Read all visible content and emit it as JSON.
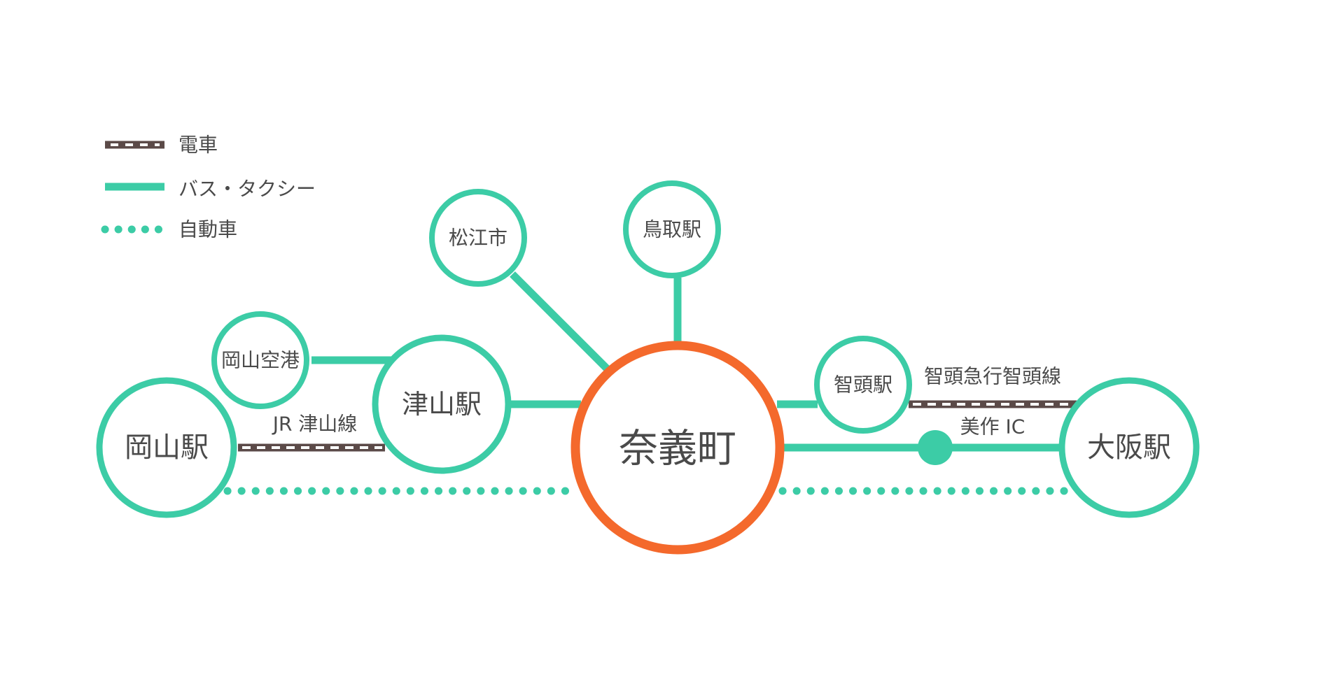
{
  "colors": {
    "bus": "#3ccca6",
    "train": "#5b4a48",
    "hub": "#f4692c",
    "text": "#4a4a4a"
  },
  "legend": {
    "train": "電車",
    "bus": "バス・タクシー",
    "car": "自動車"
  },
  "nodes": {
    "hub": "奈義町",
    "okayama_station": "岡山駅",
    "okayama_airport": "岡山空港",
    "tsuyama_station": "津山駅",
    "matsue_city": "松江市",
    "tottori_station": "鳥取駅",
    "chizu_station": "智頭駅",
    "osaka_station": "大阪駅"
  },
  "routes": {
    "jr_tsuyama_line": "JR 津山線",
    "chizu_express": "智頭急行智頭線",
    "mimasaka_ic": "美作 IC"
  }
}
